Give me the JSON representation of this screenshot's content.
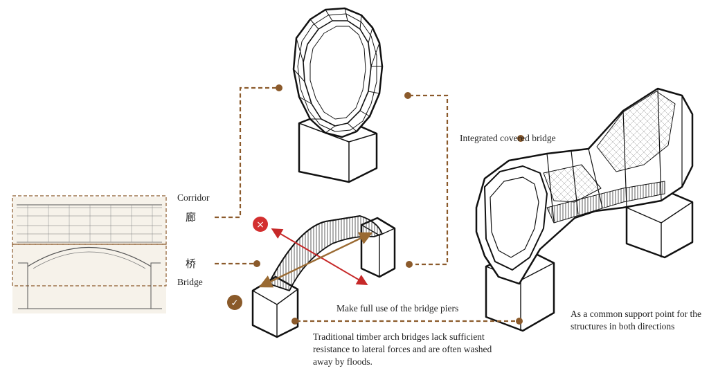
{
  "labels": {
    "corridor_en": "Corridor",
    "corridor_cn": "廊",
    "bridge_cn": "桥",
    "bridge_en": "Bridge",
    "integrated": "Integrated covered bridge",
    "piers": "Make full use of the bridge piers",
    "traditional": "Traditional timber arch bridges lack sufficient resistance to lateral forces and are often washed away by floods.",
    "support": "As a common support point for the structures in both directions"
  },
  "markers": {
    "wrong_symbol": "×",
    "right_symbol": "✓"
  },
  "colors": {
    "connector": "#8b5a2b",
    "wrong_arrow": "#c62828",
    "wrong_badge": "#d32f2f",
    "right_arrow": "#9a6a32",
    "right_badge": "#8a5a2a",
    "line": "#111111"
  }
}
